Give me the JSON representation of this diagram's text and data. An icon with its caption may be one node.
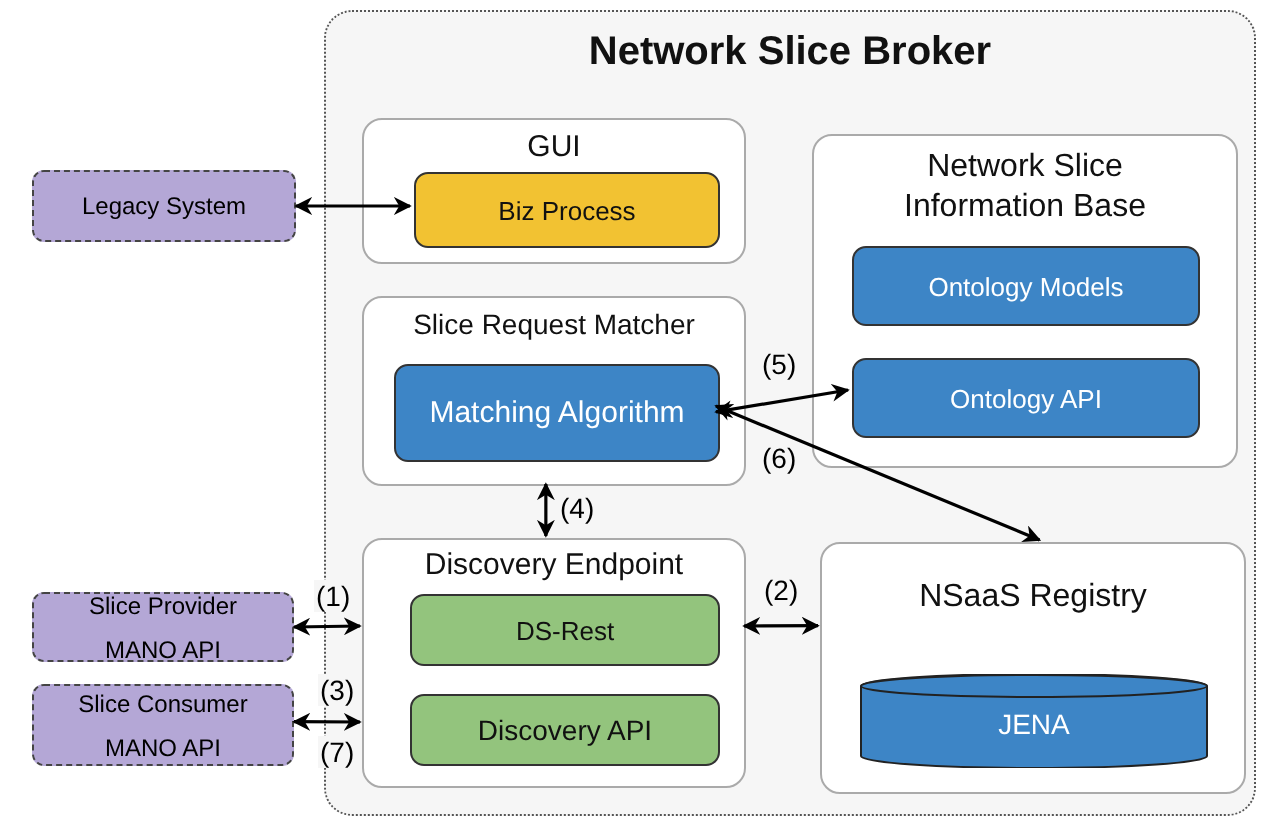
{
  "diagram": {
    "nodes": [
      {
        "text": [
          "Network Slice Broker"
        ]
      },
      {
        "text": [
          "GUI"
        ],
        "in": 0
      },
      {
        "text": [
          "Biz Process"
        ],
        "in": 1
      },
      {
        "text": [
          "Network Slice Information Base"
        ],
        "in": 0
      },
      {
        "text": [
          "Ontology Models"
        ],
        "in": 3
      },
      {
        "text": [
          "Ontology API"
        ],
        "in": 3
      },
      {
        "text": [
          "Slice Request Matcher"
        ],
        "in": 0
      },
      {
        "text": [
          "Matching Algorithm"
        ],
        "in": 6
      },
      {
        "text": [
          "Discovery Endpoint"
        ],
        "in": 0
      },
      {
        "text": [
          "DS-Rest"
        ],
        "in": 8
      },
      {
        "text": [
          "Discovery API"
        ],
        "in": 8
      },
      {
        "text": [
          "NSaaS Registry"
        ],
        "in": 0
      },
      {
        "text": [
          "JENA"
        ],
        "in": 11
      },
      {
        "text": [
          "Legacy System"
        ]
      },
      {
        "text": [
          "Slice Provider MANO API"
        ]
      },
      {
        "text": [
          "Slice Consumer MANO API"
        ]
      }
    ],
    "edges": [
      {
        "from": 13,
        "to": 2,
        "arrow": "both"
      },
      {
        "from": 7,
        "to": 5,
        "arrow": "both",
        "label": "(5)"
      },
      {
        "from": 7,
        "to": 11,
        "arrow": "both",
        "label": "(6)"
      },
      {
        "from": 6,
        "to": 8,
        "arrow": "both",
        "label": "(4)"
      },
      {
        "from": 14,
        "to": 8,
        "arrow": "both",
        "label": "(1)"
      },
      {
        "from": 15,
        "to": 8,
        "arrow": "both",
        "label": "(3)"
      },
      {
        "from": 8,
        "to": 11,
        "arrow": "both",
        "label": "(2)"
      }
    ],
    "labels": [
      "(7)"
    ]
  }
}
